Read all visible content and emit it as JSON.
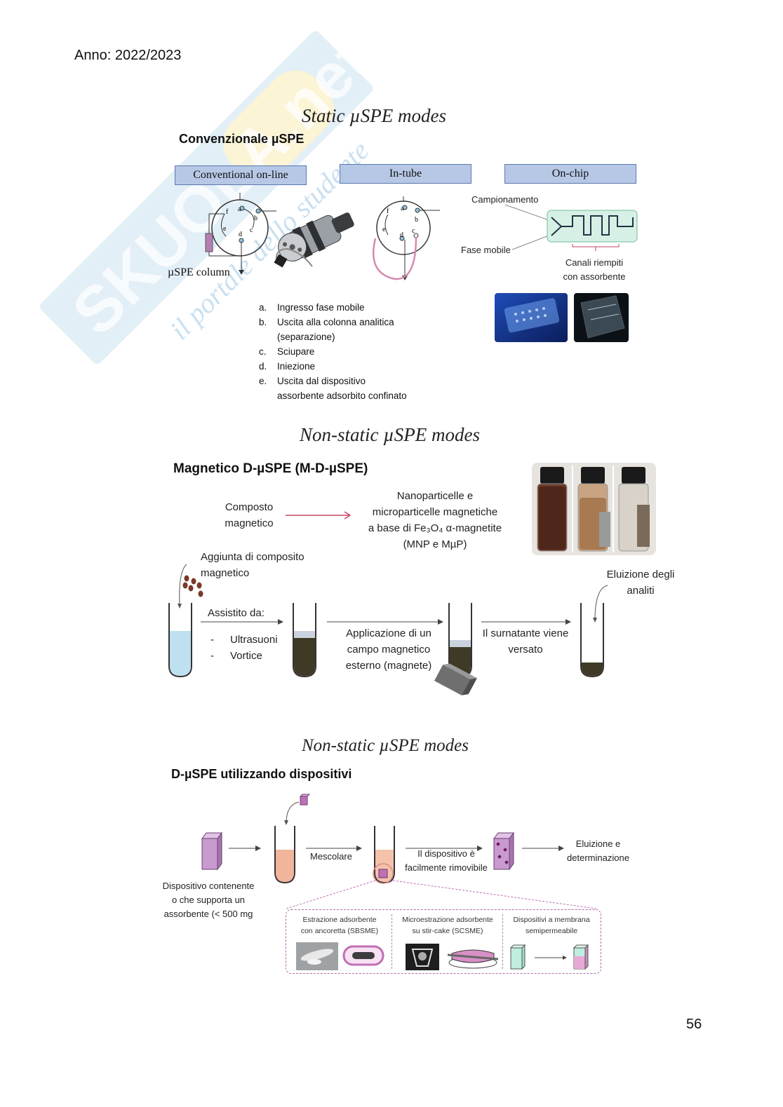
{
  "header": {
    "year": "Anno: 2022/2023"
  },
  "page_number": "56",
  "watermark": {
    "brand": "SKUOLA.net",
    "tagline": "il portale dello studente"
  },
  "section1": {
    "title": "Static µSPE modes",
    "subtitle": "Convenzionale µSPE",
    "boxes": [
      "Conventional on-line",
      "In-tube",
      "On-chip"
    ],
    "column_label": "µSPE column",
    "valve_ports": [
      "a",
      "b",
      "c",
      "d",
      "e",
      "f"
    ],
    "chip_labels": {
      "sampling": "Campionamento",
      "mobile_phase": "Fase mobile",
      "channels_line1": "Canali riempiti",
      "channels_line2": "con assorbente"
    },
    "legend": [
      {
        "key": "a.",
        "text": "Ingresso fase mobile"
      },
      {
        "key": "b.",
        "text": "Uscita alla colonna analitica"
      },
      {
        "key": "",
        "text": "(separazione)"
      },
      {
        "key": "c.",
        "text": "Sciupare"
      },
      {
        "key": "d.",
        "text": "Iniezione"
      },
      {
        "key": "e.",
        "text": "Uscita dal dispositivo"
      },
      {
        "key": "",
        "text": "assorbente adsorbito confinato"
      }
    ]
  },
  "section2": {
    "title": "Non-static µSPE modes",
    "subtitle": "Magnetico D-µSPE (M-D-µSPE)",
    "composite": [
      "Composto",
      "magnetico"
    ],
    "particles": [
      "Nanoparticelle e",
      "microparticelle magnetiche",
      "a base di Fe₃O₄ α-magnetite",
      "(MNP e MµP)"
    ],
    "add_composite": [
      "Aggiunta di composito",
      "magnetico"
    ],
    "assisted": "Assistito da:",
    "assist_items": [
      "Ultrasuoni",
      "Vortice"
    ],
    "magnet_step": [
      "Applicazione di un",
      "campo magnetico",
      "esterno (magnete)"
    ],
    "supernatant": [
      "Il surnatante viene",
      "versato"
    ],
    "elution": [
      "Eluizione degli",
      "analiti"
    ]
  },
  "section3": {
    "title": "Non-static µSPE modes",
    "subtitle": "D-µSPE utilizzando dispositivi",
    "device": [
      "Dispositivo contenente",
      "o che supporta un",
      "assorbente (< 500 mg"
    ],
    "mix": "Mescolare",
    "removable": [
      "Il dispositivo è",
      "facilmente rimovibile"
    ],
    "elution": [
      "Eluizione e",
      "determinazione"
    ],
    "panels": [
      {
        "line1": "Estrazione adsorbente",
        "line2": "con ancoretta (SBSME)"
      },
      {
        "line1": "Microestrazione adsorbente",
        "line2": "su stir-cake (SCSME)"
      },
      {
        "line1": "Dispositivi a membrana",
        "line2": "semipermeabile"
      }
    ]
  }
}
